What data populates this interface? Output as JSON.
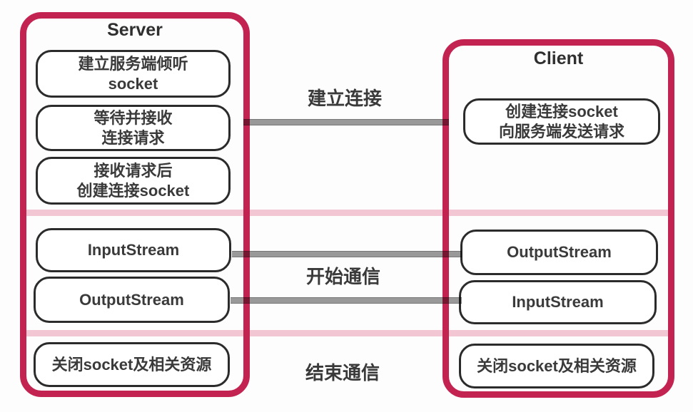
{
  "colors": {
    "accent": "#C32350",
    "stripe": "#F2C7D3",
    "connector": "#9A9A9A",
    "box_border": "#2B2B2B",
    "text": "#3A3A3A"
  },
  "phases": {
    "connect": "建立连接",
    "communicate": "开始通信",
    "end": "结束通信"
  },
  "server": {
    "title": "Server",
    "boxes": [
      "建立服务端倾听\nsocket",
      "等待并接收\n连接请求",
      "接收请求后\n创建连接socket",
      "InputStream",
      "OutputStream",
      "关闭socket及相关资源"
    ]
  },
  "client": {
    "title": "Client",
    "boxes": [
      "创建连接socket\n向服务端发送请求",
      "OutputStream",
      "InputStream",
      "关闭socket及相关资源"
    ]
  }
}
